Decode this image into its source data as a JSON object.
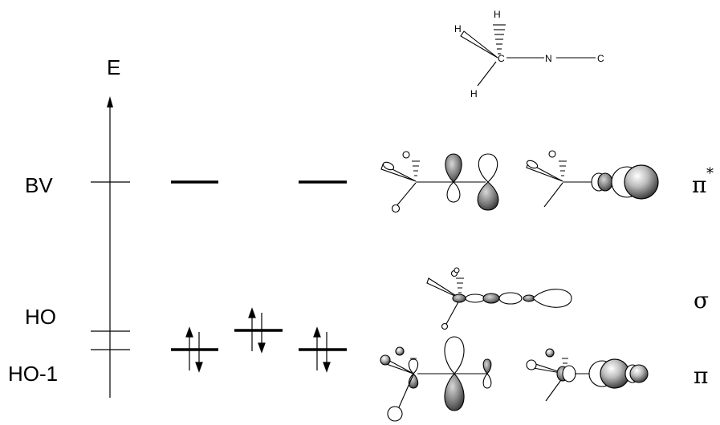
{
  "axis": {
    "label": "E"
  },
  "levels": {
    "bv": "BV",
    "ho": "HO",
    "ho1": "HO-1"
  },
  "molecule": {
    "atoms": {
      "h_left": "H",
      "h_top": "H",
      "h_bottom": "H",
      "c1": "C",
      "n": "N",
      "c2": "C"
    }
  },
  "orbitals": {
    "pi_star": "π",
    "pi_star_sup": "*",
    "sigma": "σ",
    "pi": "π"
  }
}
